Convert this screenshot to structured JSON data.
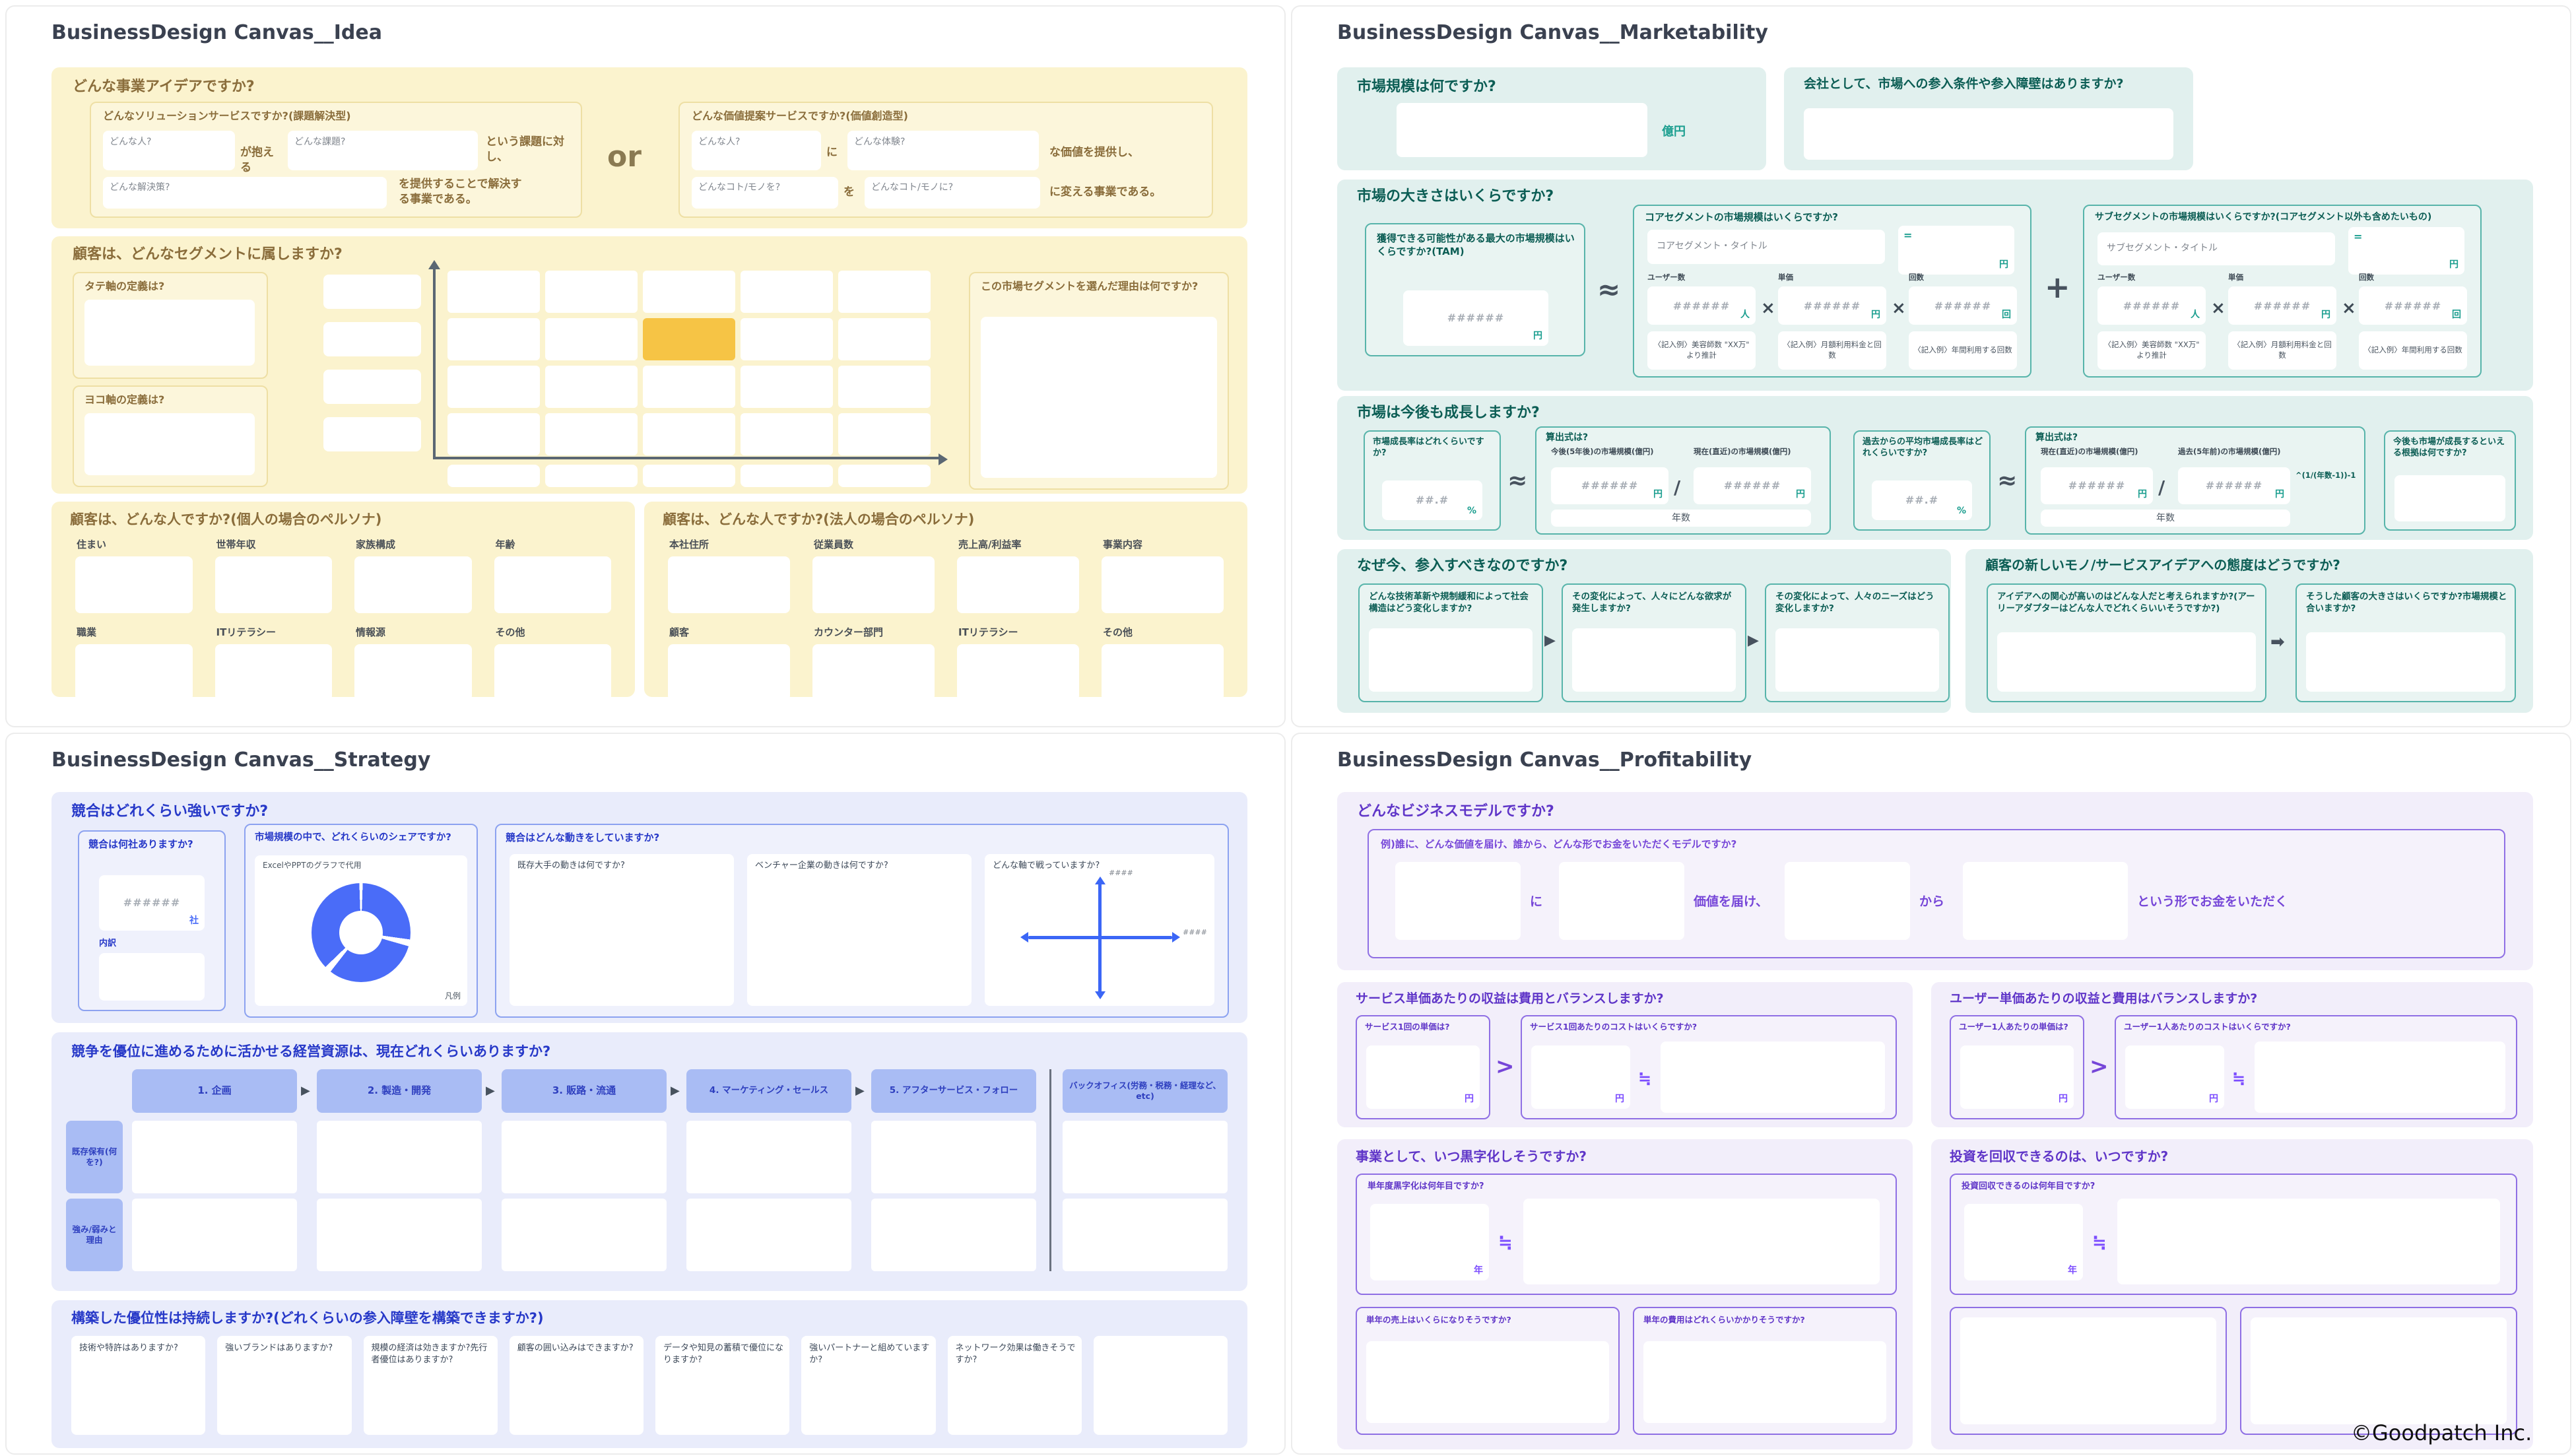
{
  "colors": {
    "accent-yellow": "#F6C445",
    "yellow-panel": "#FBF3CE",
    "yellow-border": "#EEDFA4",
    "yellow-text": "#8A6D3B",
    "teal-panel": "#E1F0EE",
    "teal-border": "#57B4AA",
    "teal-text": "#0B5D54",
    "blue-panel": "#E9ECFB",
    "blue-border": "#8CA2F0",
    "blue-text": "#2638C8",
    "blue-pill": "#A9BCF4",
    "purple-panel": "#F2EEFA",
    "purple-border": "#8F6FE4",
    "purple-text": "#5F35C8",
    "donut-blue": "#4A6CF8"
  },
  "idea": {
    "title": "BusinessDesign Canvas__Idea",
    "business_idea": {
      "header": "どんな事業アイデアですか?",
      "problem_type": {
        "header": "どんなソリューションサービスですか?(課題解決型)",
        "who": "どんな人?",
        "conn1": "が抱える",
        "problem": "どんな課題?",
        "conn2": "という課題に対し、",
        "solution": "どんな解決策?",
        "conn3": "を提供することで解決する事業である。"
      },
      "or": "or",
      "value_type": {
        "header": "どんな価値提案サービスですか?(価値創造型)",
        "who": "どんな人?",
        "conn1": "に",
        "experience": "どんな体験?",
        "conn2": "な価値を提供し、",
        "from": "どんなコト/モノを?",
        "conn3": "を",
        "to": "どんなコト/モノに?",
        "conn4": "に変える事業である。"
      }
    },
    "segment": {
      "header": "顧客は、どんなセグメントに属しますか?",
      "v_axis": "タテ軸の定義は?",
      "h_axis": "ヨコ軸の定義は?",
      "reason": "この市場セグメントを選んだ理由は何ですか?"
    },
    "persona_individual": {
      "header": "顧客は、どんな人ですか?(個人の場合のペルソナ)",
      "fields": [
        "住まい",
        "世帯年収",
        "家族構成",
        "年齢",
        "職業",
        "ITリテラシー",
        "情報源",
        "その他"
      ]
    },
    "persona_corporate": {
      "header": "顧客は、どんな人ですか?(法人の場合のペルソナ)",
      "fields": [
        "本社住所",
        "従業員数",
        "売上高/利益率",
        "事業内容",
        "顧客",
        "カウンター部門",
        "ITリテラシー",
        "その他"
      ]
    }
  },
  "marketability": {
    "title": "BusinessDesign Canvas__Marketability",
    "market_size": {
      "header": "市場規模は何ですか?",
      "unit": "億円"
    },
    "entry_barrier": {
      "header": "会社として、市場への参入条件や参入障壁はありますか?"
    },
    "tam": {
      "header": "市場の大きさはいくらですか?",
      "approx": "≈",
      "plus": "+",
      "times": "×",
      "equals": "=",
      "max": {
        "label": "獲得できる可能性がある最大の市場規模はいくらですか?(TAM)",
        "placeholder": "######",
        "unit": "円"
      },
      "core": {
        "header": "コアセグメントの市場規模はいくらですか?",
        "title_placeholder": "コアセグメント・タイトル",
        "result_unit": "円",
        "factors": [
          {
            "label": "ユーザー数",
            "placeholder": "######",
            "unit": "人",
            "example": "〈記入例〉美容師数 \"XX万\" より推計"
          },
          {
            "label": "単価",
            "placeholder": "######",
            "unit": "円",
            "example": "〈記入例〉月額利用料金と回数"
          },
          {
            "label": "回数",
            "placeholder": "######",
            "unit": "回",
            "example": "〈記入例〉年間利用する回数"
          }
        ]
      },
      "sub": {
        "header": "サブセグメントの市場規模はいくらですか?(コアセグメント以外も含めたいもの)",
        "title_placeholder": "サブセグメント・タイトル",
        "result_unit": "円",
        "factors": [
          {
            "label": "ユーザー数",
            "placeholder": "######",
            "unit": "人",
            "example": "〈記入例〉美容師数 \"XX万\" より推計"
          },
          {
            "label": "単価",
            "placeholder": "######",
            "unit": "円",
            "example": "〈記入例〉月額利用料金と回数"
          },
          {
            "label": "回数",
            "placeholder": "######",
            "unit": "回",
            "example": "〈記入例〉年間利用する回数"
          }
        ]
      }
    },
    "growth": {
      "header": "市場は今後も成長しますか?",
      "approx": "≈",
      "rate": {
        "label": "市場成長率はどれくらいですか?",
        "placeholder": "##.#",
        "unit": "%"
      },
      "formula": {
        "header": "算出式は?",
        "numerator": "今後(5年後)の市場規模(億円)",
        "denominator": "現在(直近)の市場規模(億円)",
        "placeholder": "######",
        "unit": "円",
        "divide": "/",
        "years": "年数"
      },
      "past_rate": {
        "label": "過去からの平均市場成長率はどれくらいですか?",
        "placeholder": "##.#",
        "unit": "%"
      },
      "formula2": {
        "header": "算出式は?",
        "numerator": "現在(直近)の市場規模(億円)",
        "denominator": "過去(5年前)の市場規模(億円)",
        "placeholder": "######",
        "unit": "円",
        "divide": "/",
        "exponent": "^(1/(年数-1))-1",
        "years": "年数"
      },
      "evidence": "今後も市場が成長するといえる根拠は何ですか?"
    },
    "why_now": {
      "header": "なぜ今、参入すべきなのですか?",
      "arrow": "▶",
      "steps": [
        "どんな技術革新や規制緩和によって社会構造はどう変化しますか?",
        "その変化によって、人々にどんな欲求が発生しますか?",
        "その変化によって、人々のニーズはどう変化しますか?"
      ]
    },
    "attitude": {
      "header": "顧客の新しいモノ/サービスアイデアへの態度はどうですか?",
      "arrow": "➡",
      "early": "アイデアへの関心が高いのはどんな人だと考えられますか?(アーリーアダプターはどんな人でどれくらいいそうですか?)",
      "size": "そうした顧客の大きさはいくらですか?市場規模と合いますか?"
    }
  },
  "strategy": {
    "title": "BusinessDesign Canvas__Strategy",
    "competition": {
      "header": "競合はどれくらい強いですか?",
      "count": {
        "label": "競合は何社ありますか?",
        "placeholder": "######",
        "unit": "社",
        "sub_label": "内訳"
      },
      "share": {
        "label": "市場規模の中で、どれくらいのシェアですか?",
        "note": "ExcelやPPTのグラフで代用",
        "legend": "凡例",
        "donut": {
          "color": "#4A6CF8",
          "segments": [
            [
              2,
              98
            ],
            [
              106,
              218
            ],
            [
              226,
              358
            ]
          ]
        }
      },
      "moves": {
        "header": "競合はどんな動きをしていますか?",
        "boxes": [
          "既存大手の動きは何ですか?",
          "ベンチャー企業の動きは何ですか?",
          "どんな軸で戦っていますか?"
        ],
        "axis_label": "####"
      }
    },
    "resources": {
      "header": "競争を優位に進めるために活かせる経営資源は、現在どれくらいありますか?",
      "arrow": "▶",
      "stages": [
        "1. 企画",
        "2. 製造・開発",
        "3. 販路・流通",
        "4. マーケティング・セールス",
        "5. アフターサービス・フォロー"
      ],
      "backoffice": "バックオフィス(労務・税務・経理など、etc)",
      "rows": [
        "既存保有(何を?)",
        "強み/弱みと理由"
      ]
    },
    "moat": {
      "header": "構築した優位性は持続しますか?(どれくらいの参入障壁を構築できますか?)",
      "boxes": [
        "技術や特許はありますか?",
        "強いブランドはありますか?",
        "規模の経済は効きますか?先行者優位はありますか?",
        "顧客の囲い込みはできますか?",
        "データや知見の蓄積で優位になりますか?",
        "強いパートナーと組めていますか?",
        "ネットワーク効果は働きそうですか?",
        ""
      ]
    }
  },
  "profitability": {
    "title": "BusinessDesign Canvas__Profitability",
    "model": {
      "header": "どんなビジネスモデルですか?",
      "sub_header": "例)誰に、どんな価値を届け、誰から、どんな形でお金をいただくモデルですか?",
      "conn1": "に",
      "conn2": "価値を届け、",
      "conn3": "から",
      "conn4": "という形でお金をいただく"
    },
    "service_unit": {
      "header": "サービス単価あたりの収益は費用とバランスしますか?",
      "revenue_label": "サービス1回の単価は?",
      "gt": ">",
      "approx": "≒",
      "cost_label": "サービス1回あたりのコストはいくらですか?",
      "unit": "円"
    },
    "user_unit": {
      "header": "ユーザー単価あたりの収益と費用はバランスしますか?",
      "revenue_label": "ユーザー1人あたりの単価は?",
      "gt": ">",
      "approx": "≒",
      "cost_label": "ユーザー1人あたりのコストはいくらですか?",
      "unit": "円"
    },
    "breakeven": {
      "header": "事業として、いつ黒字化しそうですか?",
      "year_label": "単年度黒字化は何年目ですか?",
      "unit": "年",
      "approx": "≒",
      "sales_label": "単年の売上はいくらになりそうですか?",
      "cost_label": "単年の費用はどれくらいかかりそうですか?"
    },
    "payback": {
      "header": "投資を回収できるのは、いつですか?",
      "year_label": "投資回収できるのは何年目ですか?",
      "unit": "年",
      "approx": "≒"
    }
  },
  "footer": "©Goodpatch Inc."
}
